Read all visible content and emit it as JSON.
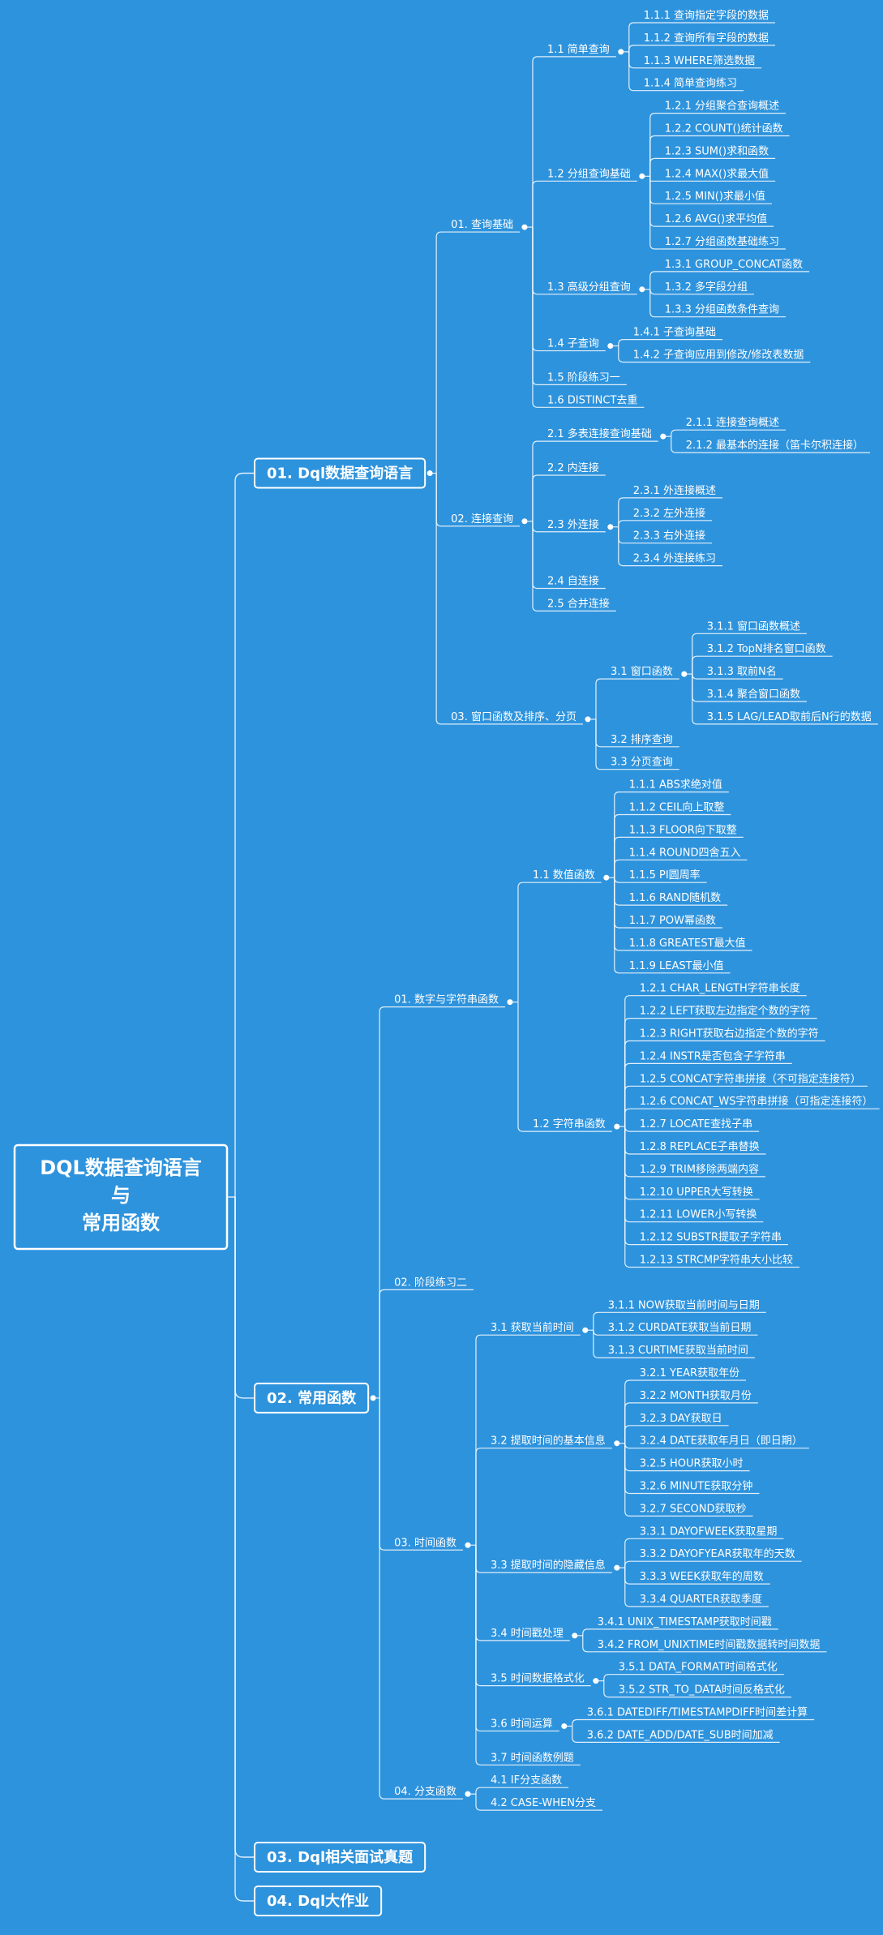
{
  "root": {
    "label": [
      "DQL数据查询语言",
      "与",
      "常用函数"
    ]
  },
  "branches": [
    {
      "label": "01. Dql数据查询语言",
      "children": [
        {
          "label": "01. 查询基础",
          "children": [
            {
              "label": "1.1 简单查询",
              "children": [
                {
                  "label": "1.1.1 查询指定字段的数据"
                },
                {
                  "label": "1.1.2 查询所有字段的数据"
                },
                {
                  "label": "1.1.3 WHERE筛选数据"
                },
                {
                  "label": "1.1.4 简单查询练习"
                }
              ]
            },
            {
              "label": "1.2 分组查询基础",
              "children": [
                {
                  "label": "1.2.1 分组聚合查询概述"
                },
                {
                  "label": "1.2.2 COUNT()统计函数"
                },
                {
                  "label": "1.2.3 SUM()求和函数"
                },
                {
                  "label": "1.2.4 MAX()求最大值"
                },
                {
                  "label": "1.2.5 MIN()求最小值"
                },
                {
                  "label": "1.2.6 AVG()求平均值"
                },
                {
                  "label": "1.2.7 分组函数基础练习"
                }
              ]
            },
            {
              "label": "1.3 高级分组查询",
              "children": [
                {
                  "label": "1.3.1 GROUP_CONCAT函数"
                },
                {
                  "label": "1.3.2 多字段分组"
                },
                {
                  "label": "1.3.3 分组函数条件查询"
                }
              ]
            },
            {
              "label": "1.4 子查询",
              "children": [
                {
                  "label": "1.4.1 子查询基础"
                },
                {
                  "label": "1.4.2 子查询应用到修改/修改表数据"
                }
              ]
            },
            {
              "label": "1.5 阶段练习一"
            },
            {
              "label": "1.6 DISTINCT去重"
            }
          ]
        },
        {
          "label": "02. 连接查询",
          "children": [
            {
              "label": "2.1 多表连接查询基础",
              "children": [
                {
                  "label": "2.1.1 连接查询概述"
                },
                {
                  "label": "2.1.2 最基本的连接（笛卡尔积连接）"
                }
              ]
            },
            {
              "label": "2.2 内连接"
            },
            {
              "label": "2.3 外连接",
              "children": [
                {
                  "label": "2.3.1 外连接概述"
                },
                {
                  "label": "2.3.2 左外连接"
                },
                {
                  "label": "2.3.3 右外连接"
                },
                {
                  "label": "2.3.4 外连接练习"
                }
              ]
            },
            {
              "label": "2.4 自连接"
            },
            {
              "label": "2.5 合并连接"
            }
          ]
        },
        {
          "label": "03. 窗口函数及排序、分页",
          "children": [
            {
              "label": "3.1 窗口函数",
              "children": [
                {
                  "label": "3.1.1 窗口函数概述"
                },
                {
                  "label": "3.1.2 TopN排名窗口函数"
                },
                {
                  "label": "3.1.3 取前N名"
                },
                {
                  "label": "3.1.4 聚合窗口函数"
                },
                {
                  "label": "3.1.5 LAG/LEAD取前后N行的数据"
                }
              ]
            },
            {
              "label": "3.2 排序查询"
            },
            {
              "label": "3.3 分页查询"
            }
          ]
        }
      ]
    },
    {
      "label": "02. 常用函数",
      "children": [
        {
          "label": "01. 数字与字符串函数",
          "children": [
            {
              "label": "1.1 数值函数",
              "children": [
                {
                  "label": "1.1.1 ABS求绝对值"
                },
                {
                  "label": "1.1.2 CEIL向上取整"
                },
                {
                  "label": "1.1.3 FLOOR向下取整"
                },
                {
                  "label": "1.1.4 ROUND四舍五入"
                },
                {
                  "label": "1.1.5 PI圆周率"
                },
                {
                  "label": "1.1.6 RAND随机数"
                },
                {
                  "label": "1.1.7 POW幂函数"
                },
                {
                  "label": "1.1.8 GREATEST最大值"
                },
                {
                  "label": "1.1.9 LEAST最小值"
                }
              ]
            },
            {
              "label": "1.2 字符串函数",
              "children": [
                {
                  "label": "1.2.1 CHAR_LENGTH字符串长度"
                },
                {
                  "label": "1.2.2 LEFT获取左边指定个数的字符"
                },
                {
                  "label": "1.2.3 RIGHT获取右边指定个数的字符"
                },
                {
                  "label": "1.2.4 INSTR是否包含子字符串"
                },
                {
                  "label": "1.2.5 CONCAT字符串拼接（不可指定连接符）"
                },
                {
                  "label": "1.2.6 CONCAT_WS字符串拼接（可指定连接符）"
                },
                {
                  "label": "1.2.7 LOCATE查找子串"
                },
                {
                  "label": "1.2.8 REPLACE子串替换"
                },
                {
                  "label": "1.2.9 TRIM移除两端内容"
                },
                {
                  "label": "1.2.10 UPPER大写转换"
                },
                {
                  "label": "1.2.11 LOWER小写转换"
                },
                {
                  "label": "1.2.12 SUBSTR提取子字符串"
                },
                {
                  "label": "1.2.13 STRCMP字符串大小比较"
                }
              ]
            }
          ]
        },
        {
          "label": "02. 阶段练习二"
        },
        {
          "label": "03. 时间函数",
          "children": [
            {
              "label": "3.1 获取当前时间",
              "children": [
                {
                  "label": "3.1.1 NOW获取当前时间与日期"
                },
                {
                  "label": "3.1.2 CURDATE获取当前日期"
                },
                {
                  "label": "3.1.3 CURTIME获取当前时间"
                }
              ]
            },
            {
              "label": "3.2 提取时间的基本信息",
              "children": [
                {
                  "label": "3.2.1 YEAR获取年份"
                },
                {
                  "label": "3.2.2 MONTH获取月份"
                },
                {
                  "label": "3.2.3 DAY获取日"
                },
                {
                  "label": "3.2.4 DATE获取年月日（即日期）"
                },
                {
                  "label": "3.2.5 HOUR获取小时"
                },
                {
                  "label": "3.2.6 MINUTE获取分钟"
                },
                {
                  "label": "3.2.7 SECOND获取秒"
                }
              ]
            },
            {
              "label": "3.3 提取时间的隐藏信息",
              "children": [
                {
                  "label": "3.3.1 DAYOFWEEK获取星期"
                },
                {
                  "label": "3.3.2 DAYOFYEAR获取年的天数"
                },
                {
                  "label": "3.3.3 WEEK获取年的周数"
                },
                {
                  "label": "3.3.4 QUARTER获取季度"
                }
              ]
            },
            {
              "label": "3.4 时间戳处理",
              "children": [
                {
                  "label": "3.4.1 UNIX_TIMESTAMP获取时间戳"
                },
                {
                  "label": "3.4.2 FROM_UNIXTIME时间戳数据转时间数据"
                }
              ]
            },
            {
              "label": "3.5 时间数据格式化",
              "children": [
                {
                  "label": "3.5.1 DATA_FORMAT时间格式化"
                },
                {
                  "label": "3.5.2 STR_TO_DATA时间反格式化"
                }
              ]
            },
            {
              "label": "3.6 时间运算",
              "children": [
                {
                  "label": "3.6.1 DATEDIFF/TIMESTAMPDIFF时间差计算"
                },
                {
                  "label": "3.6.2 DATE_ADD/DATE_SUB时间加减"
                }
              ]
            },
            {
              "label": "3.7 时间函数例题"
            }
          ]
        },
        {
          "label": "04. 分支函数",
          "children": [
            {
              "label": "4.1 IF分支函数"
            },
            {
              "label": "4.2 CASE-WHEN分支"
            }
          ]
        }
      ]
    },
    {
      "label": "03. Dql相关面试真题"
    },
    {
      "label": "04. Dql大作业"
    }
  ]
}
